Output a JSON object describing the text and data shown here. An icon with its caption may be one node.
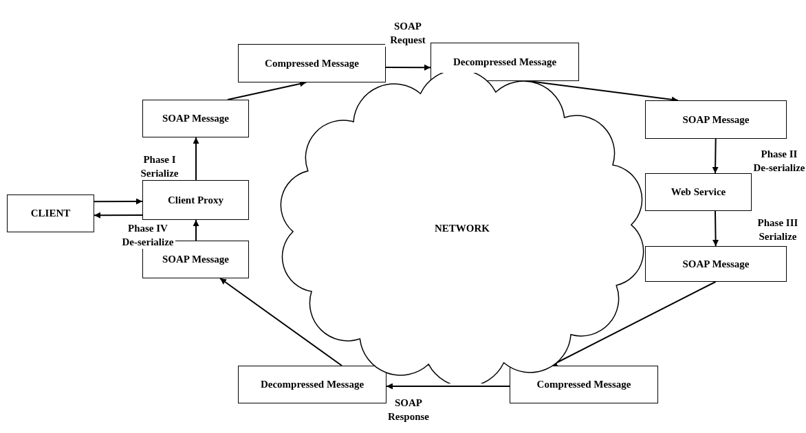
{
  "diagram": {
    "nodes": [
      {
        "text": [
          "CLIENT"
        ]
      },
      {
        "text": [
          "Client Proxy"
        ]
      },
      {
        "text": [
          "SOAP Message"
        ]
      },
      {
        "text": [
          "Compressed Message"
        ]
      },
      {
        "text": [
          "Decompressed Message"
        ]
      },
      {
        "text": [
          "SOAP Message"
        ]
      },
      {
        "text": [
          "Web Service"
        ]
      },
      {
        "text": [
          "SOAP Message"
        ]
      },
      {
        "text": [
          "Compressed Message"
        ]
      },
      {
        "text": [
          "Decompressed Message"
        ]
      },
      {
        "text": [
          "SOAP Message"
        ]
      },
      {
        "text": [
          "NETWORK"
        ]
      }
    ],
    "edges": [
      {
        "from": 0,
        "to": 1,
        "arrow": "to"
      },
      {
        "from": 1,
        "to": 0,
        "arrow": "to"
      },
      {
        "from": 1,
        "to": 2,
        "arrow": "to",
        "label": "Phase I Serialize"
      },
      {
        "from": 2,
        "to": 3,
        "arrow": "to"
      },
      {
        "from": 3,
        "to": 4,
        "arrow": "to",
        "label": "SOAP Request"
      },
      {
        "from": 4,
        "to": 5,
        "arrow": "to"
      },
      {
        "from": 5,
        "to": 6,
        "arrow": "to",
        "label": "Phase II De-serialize"
      },
      {
        "from": 6,
        "to": 7,
        "arrow": "to",
        "label": "Phase III Serialize"
      },
      {
        "from": 7,
        "to": 8,
        "arrow": "to"
      },
      {
        "from": 8,
        "to": 9,
        "arrow": "to",
        "label": "SOAP Response"
      },
      {
        "from": 9,
        "to": 10,
        "arrow": "to"
      },
      {
        "from": 10,
        "to": 1,
        "arrow": "to",
        "label": "Phase IV De-serialize"
      }
    ]
  }
}
